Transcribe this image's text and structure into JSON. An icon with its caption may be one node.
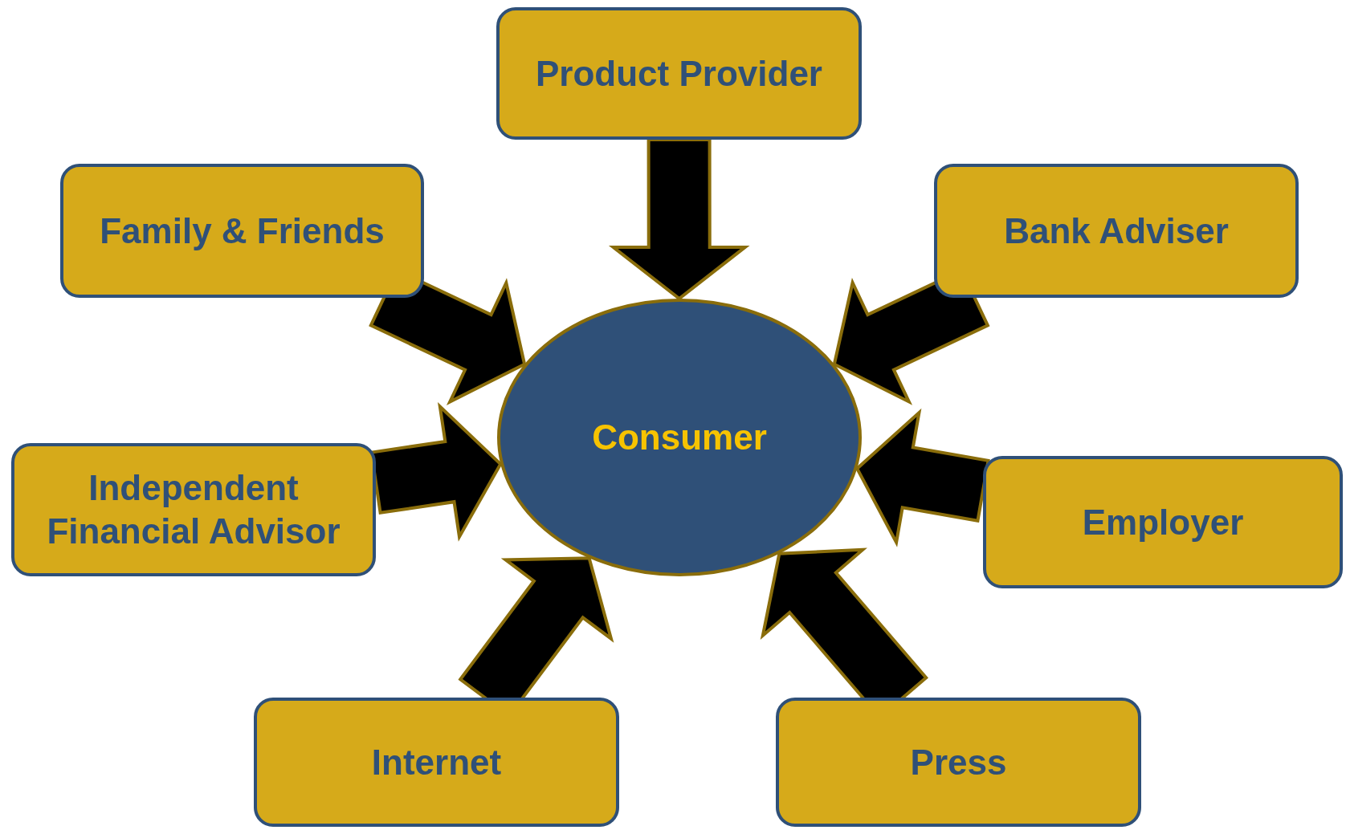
{
  "diagram": {
    "nodes": [
      {
        "text": [
          "Product Provider"
        ]
      },
      {
        "text": [
          "Family & Friends"
        ]
      },
      {
        "text": [
          "Bank Adviser"
        ]
      },
      {
        "text": [
          "Independent Financial Advisor"
        ]
      },
      {
        "text": [
          "Consumer"
        ]
      },
      {
        "text": [
          "Employer"
        ]
      },
      {
        "text": [
          "Internet"
        ]
      },
      {
        "text": [
          "Press"
        ]
      }
    ],
    "edges": [
      {
        "from": 0,
        "to": 4,
        "arrow": "to"
      },
      {
        "from": 1,
        "to": 4,
        "arrow": "to"
      },
      {
        "from": 2,
        "to": 4,
        "arrow": "to"
      },
      {
        "from": 3,
        "to": 4,
        "arrow": "to"
      },
      {
        "from": 5,
        "to": 4,
        "arrow": "to"
      },
      {
        "from": 6,
        "to": 4,
        "arrow": "to"
      },
      {
        "from": 7,
        "to": 4,
        "arrow": "to"
      }
    ]
  }
}
